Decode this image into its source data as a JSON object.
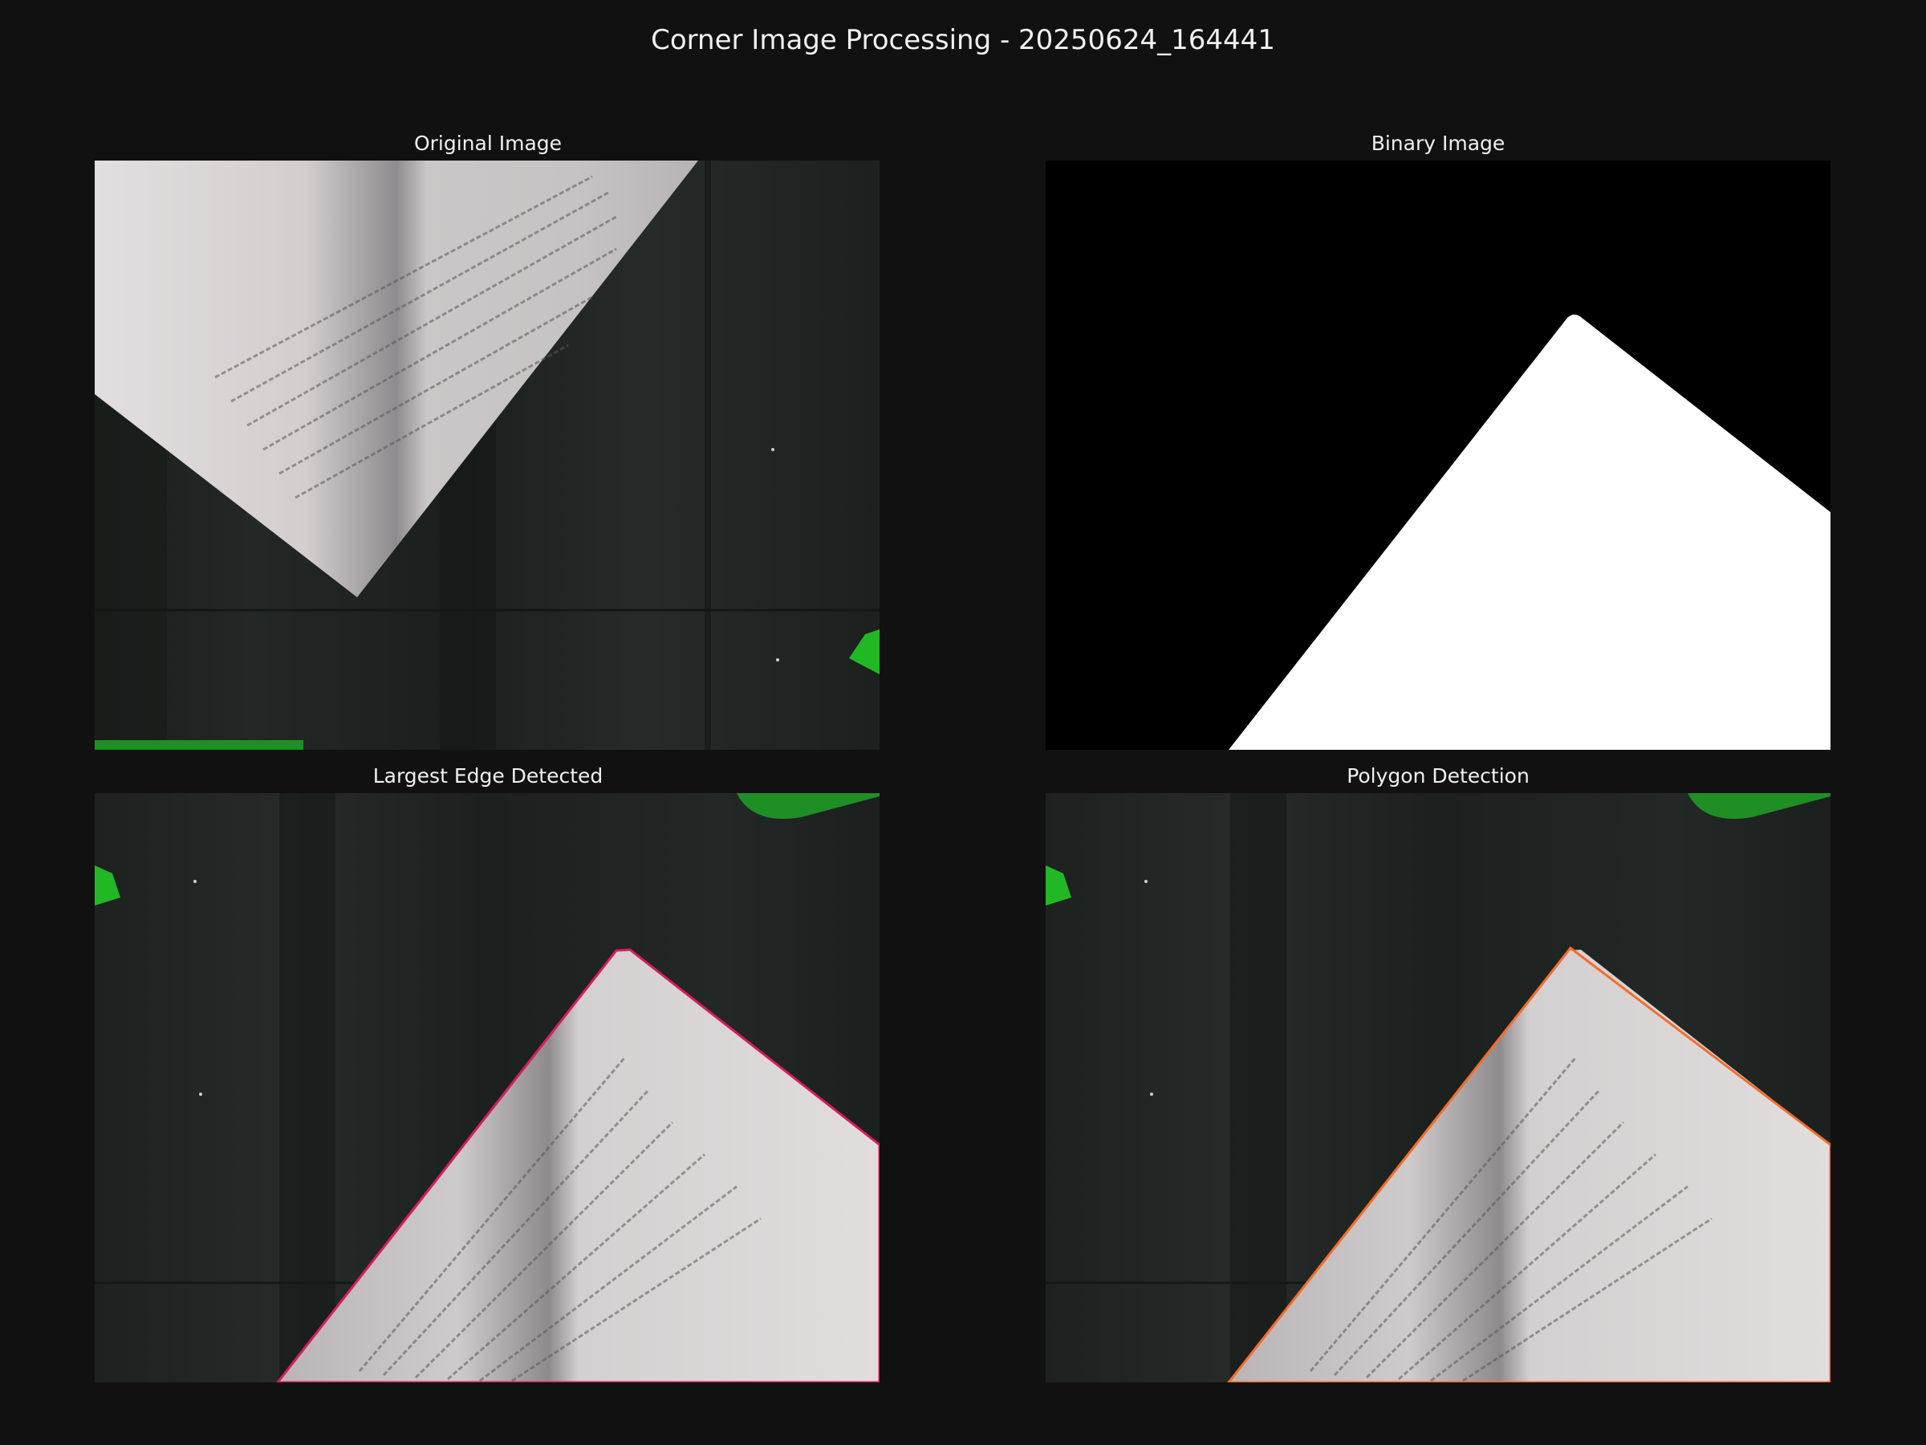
{
  "figure": {
    "title": "Corner Image Processing - 20250624_164441"
  },
  "panels": [
    {
      "title": "Original Image",
      "view": "raw camera frame: white paper corner on dark background"
    },
    {
      "title": "Binary Image",
      "view": "thresholded mask: white paper region on black"
    },
    {
      "title": "Largest Edge Detected",
      "view": "paper contour outlined",
      "outline_color": "#d81b60"
    },
    {
      "title": "Polygon Detection",
      "view": "approximated polygon outlined",
      "outline_color": "#f36d2a"
    }
  ],
  "colors": {
    "figure_background": "#111111",
    "dark_surface": "#1d2220",
    "paper": "#d6d0cf",
    "green_accent": "#22b825",
    "binary_foreground": "#ffffff",
    "binary_background": "#000000"
  }
}
